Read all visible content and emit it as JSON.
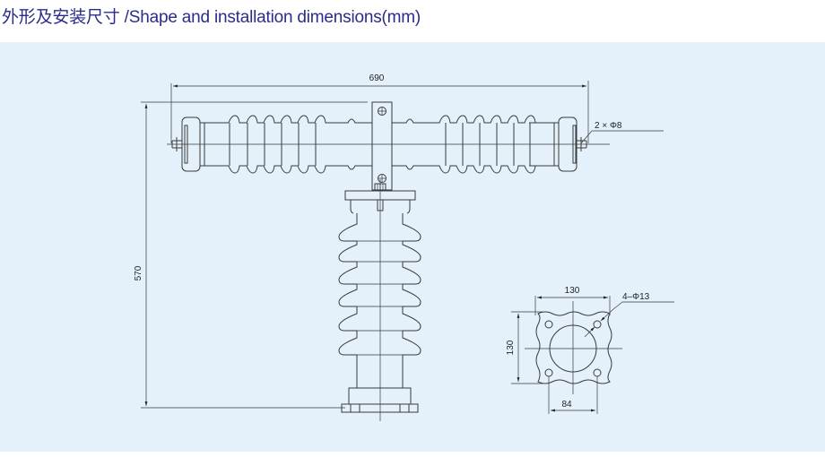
{
  "header": {
    "title": "外形及安装尺寸 /Shape and installation dimensions(mm)"
  },
  "colors": {
    "title": "#2b2b8c",
    "panel_background": "#e4f1fa",
    "drawing_lines": "#3a3a3a"
  },
  "drawing": {
    "main_view": {
      "overall_length": "690",
      "overall_height": "570",
      "terminal_holes": "2 × Φ8"
    },
    "base_flange_view": {
      "flange_width": "130",
      "flange_height": "130",
      "hole_spacing": "84",
      "mounting_holes": "4–Φ13"
    }
  }
}
